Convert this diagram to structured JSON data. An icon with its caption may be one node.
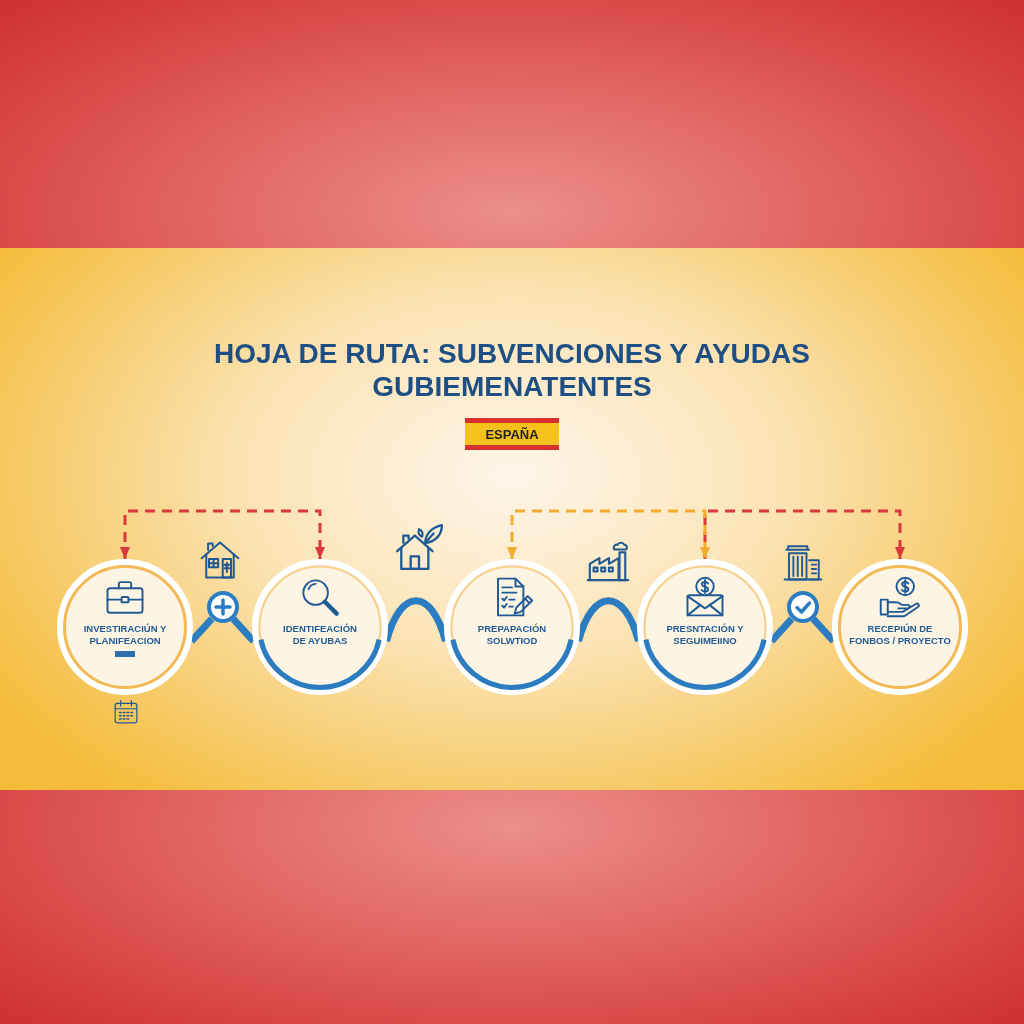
{
  "diagram": {
    "title": "HOJA DE RUTA: SUBVENCIONES Y AYUDAS GUBIEMENATENTES",
    "nodes": [
      {
        "text": [
          "ESPAÑA"
        ]
      },
      {
        "text": [
          "INVESTIRACIÚN Y PLANIFEACION"
        ]
      },
      {
        "text": [],
        "shape": "circle"
      },
      {
        "text": [
          "IDENTIFEACIÓN DE AYUBAS"
        ]
      },
      {
        "text": [
          "PREPAPACIÓN SOLWTIOD"
        ]
      },
      {
        "text": [
          "PRESNTACIÓN Y SEGUIMEIINO"
        ]
      },
      {
        "text": [],
        "shape": "circle"
      },
      {
        "text": [
          "RECEPIÚN DE FONBOS / PROYECTO"
        ]
      }
    ],
    "edges": [
      {
        "from": 1,
        "to": 3,
        "arrow": "both",
        "style": "dashed",
        "color": "#d9393a"
      },
      {
        "from": 4,
        "to": 5,
        "arrow": "both",
        "style": "dashed",
        "color": "#f2ad2e"
      },
      {
        "from": 5,
        "to": 7,
        "arrow": "to",
        "style": "dashed",
        "color": "#d9393a"
      },
      {
        "from": 1,
        "to": 2,
        "arrow": "none"
      },
      {
        "from": 2,
        "to": 3,
        "arrow": "none"
      },
      {
        "from": 3,
        "to": 4,
        "arrow": "none"
      },
      {
        "from": 4,
        "to": 5,
        "arrow": "none"
      },
      {
        "from": 5,
        "to": 6,
        "arrow": "none"
      },
      {
        "from": 6,
        "to": 7,
        "arrow": "none"
      }
    ]
  }
}
